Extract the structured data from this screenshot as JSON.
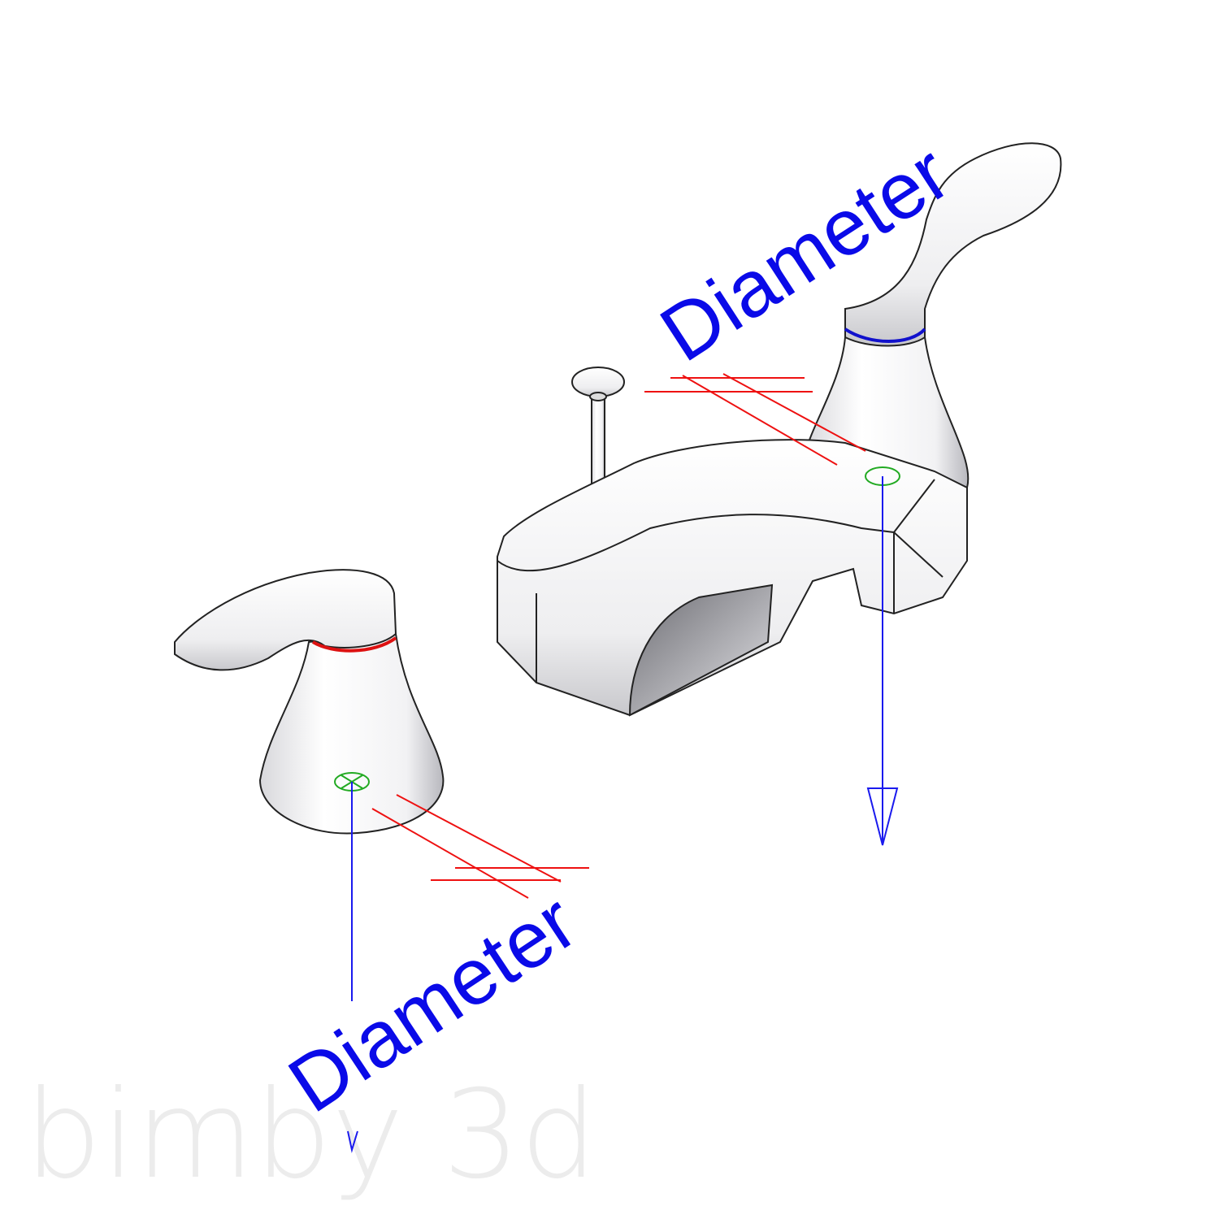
{
  "drawing": {
    "labels": {
      "spout_parameter": "Diameter",
      "handle_parameter": "Diameter"
    },
    "watermark": "bimby 3d",
    "colors": {
      "parameter_text": "#0a0ae8",
      "connector_axis": "#1a1aee",
      "reference_lines": "#ee1111",
      "connector_marker": "#22aa22",
      "hot_ring": "#dd1111",
      "cold_ring": "#1111cc"
    }
  }
}
